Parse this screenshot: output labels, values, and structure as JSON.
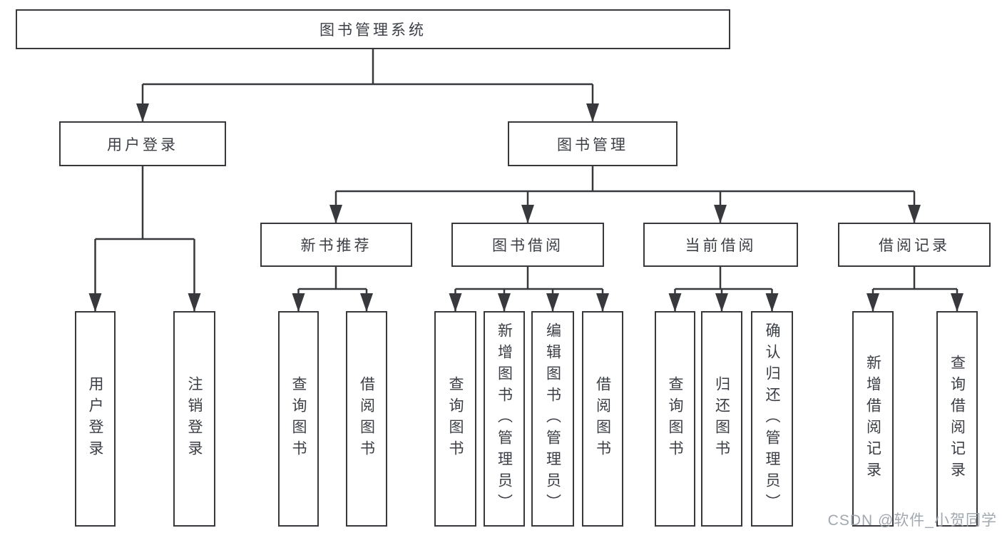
{
  "diagram": {
    "root": {
      "label": "图书管理系统"
    },
    "level2": [
      {
        "label": "用户登录"
      },
      {
        "label": "图书管理"
      }
    ],
    "level3": [
      {
        "label": "新书推荐"
      },
      {
        "label": "图书借阅"
      },
      {
        "label": "当前借阅"
      },
      {
        "label": "借阅记录"
      }
    ],
    "leaves": {
      "user_login": [
        {
          "label": "用户登录"
        },
        {
          "label": "注销登录"
        }
      ],
      "new_book": [
        {
          "label": "查询图书"
        },
        {
          "label": "借阅图书"
        }
      ],
      "book_borrow": [
        {
          "label": "查询图书"
        },
        {
          "label": "新增图书（管理员）"
        },
        {
          "label": "编辑图书（管理员）"
        },
        {
          "label": "借阅图书"
        }
      ],
      "current_borrow": [
        {
          "label": "查询图书"
        },
        {
          "label": "归还图书"
        },
        {
          "label": "确认归还（管理员）"
        }
      ],
      "borrow_records": [
        {
          "label": "新增借阅记录"
        },
        {
          "label": "查询借阅记录"
        }
      ]
    },
    "colors": {
      "line": "#37393c",
      "text": "#3b3e44",
      "background": "#ffffff",
      "watermark": "#9ba1a9"
    },
    "watermark": "CSDN @软件_小贺同学"
  }
}
